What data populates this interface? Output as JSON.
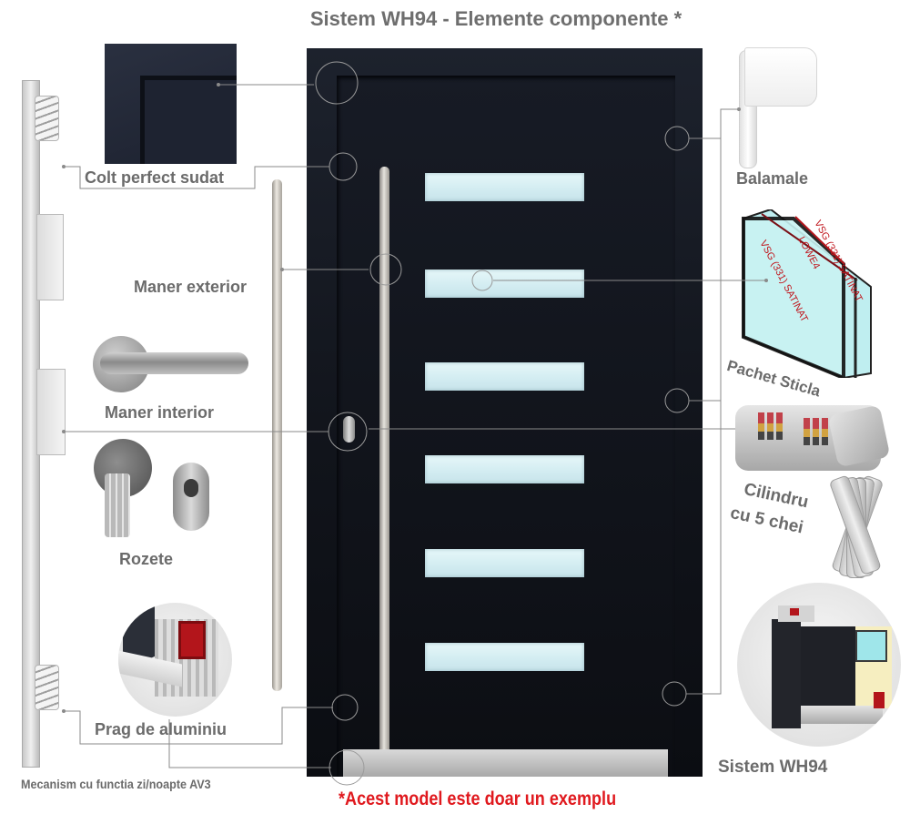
{
  "title": "Sistem WH94 - Elemente componente *",
  "disclaimer": "*Acest model este doar un exemplu",
  "labels": {
    "colt": "Colt perfect sudat",
    "maner_exterior": "Maner exterior",
    "maner_interior": "Maner interior",
    "rozete": "Rozete",
    "prag": "Prag de aluminiu",
    "mecanism": "Mecanism cu functia zi/noapte AV3",
    "balamale": "Balamale",
    "pachet_sticla": "Pachet Sticla",
    "cilindru_line1": "Cilindru",
    "cilindru_line2": "cu 5 chei",
    "sistem": "Sistem WH94"
  },
  "glass_layers": [
    "VSG (331) SATINAT",
    "LOWE4",
    "VSG (331) SATINAT"
  ],
  "door": {
    "glass_panel_count": 6
  },
  "colors": {
    "label_text": "#6b6b6b",
    "disclaimer": "#e0191e",
    "door": "#14171f",
    "glass": "#d8eff4",
    "glass_layer_text": "#c0141b"
  }
}
